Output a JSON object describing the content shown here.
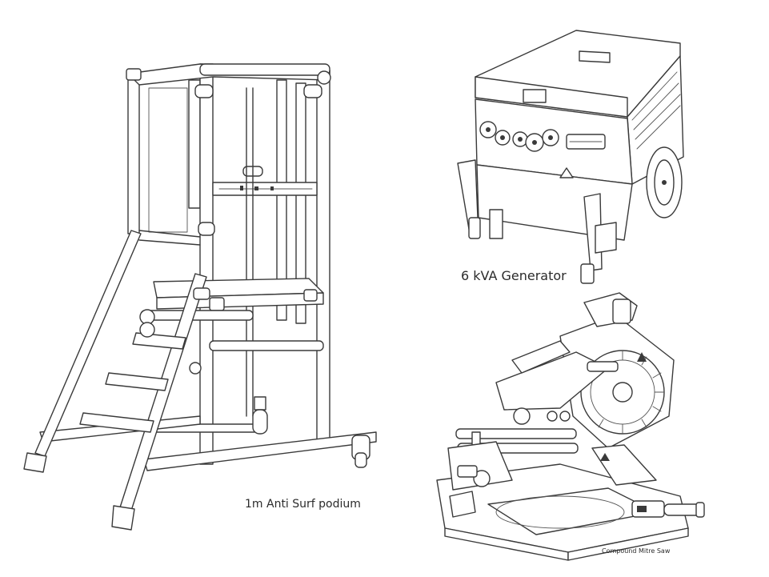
{
  "items": [
    {
      "id": "podium",
      "label": "1m Anti Surf podium"
    },
    {
      "id": "generator",
      "label": "6 kVA Generator"
    },
    {
      "id": "saw",
      "label": "Compound Mitre Saw"
    }
  ]
}
